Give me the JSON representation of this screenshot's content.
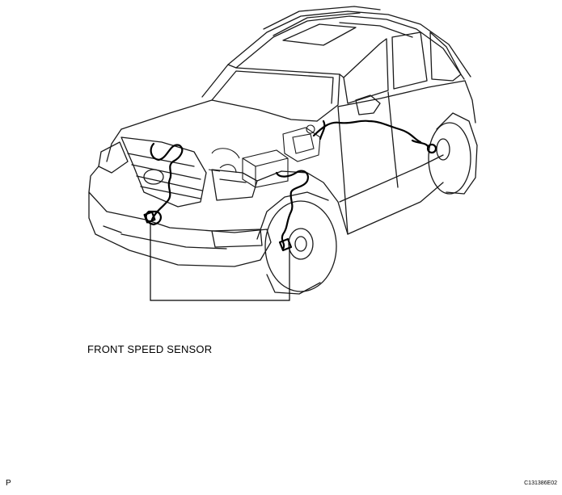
{
  "diagram": {
    "callout_label": "FRONT SPEED SENSOR",
    "corner_mark": "P",
    "figure_code": "C131386E02",
    "line_color": "#000000",
    "background": "#ffffff"
  }
}
